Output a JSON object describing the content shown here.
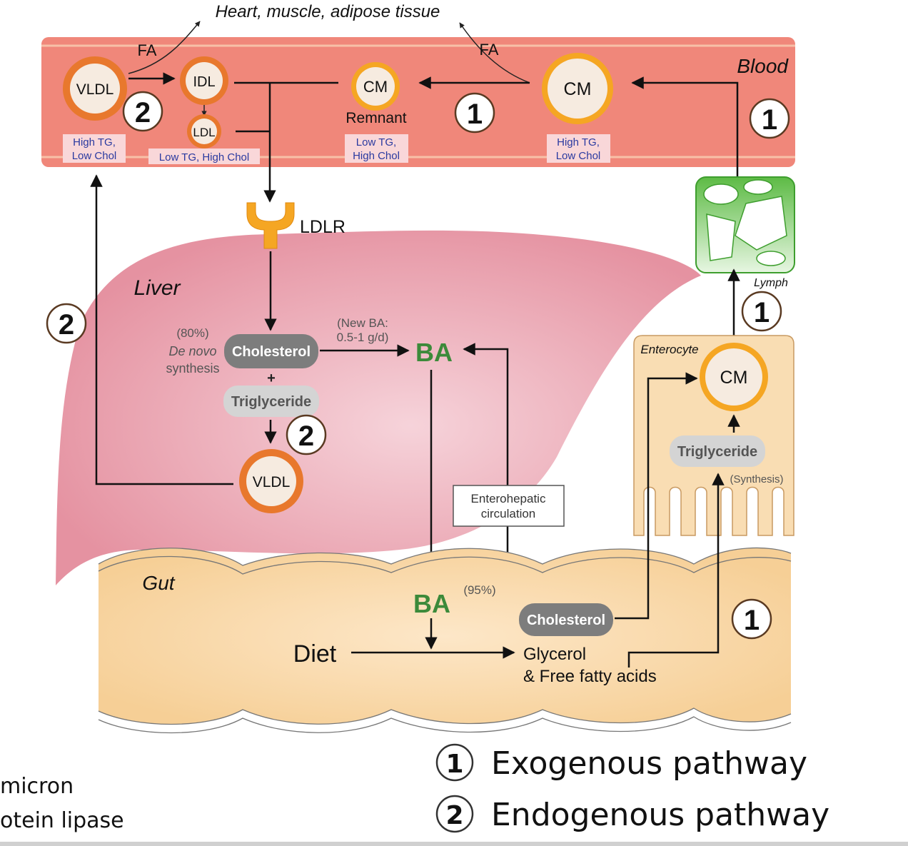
{
  "top_label": "Heart, muscle, adipose tissue",
  "blood": {
    "title": "Blood",
    "fa_left": "FA",
    "fa_right": "FA",
    "vldl": "VLDL",
    "idl": "IDL",
    "ldl": "LDL",
    "cm_remnant": "CM",
    "remnant_label": "Remnant",
    "cm": "CM",
    "vldl_info": [
      "High TG,",
      "Low Chol"
    ],
    "ldl_info": "Low TG, High Chol",
    "remnant_info": [
      "Low TG,",
      "High Chol"
    ],
    "cm_info": [
      "High TG,",
      "Low Chol"
    ]
  },
  "receptor": "LDLR",
  "liver": {
    "title": "Liver",
    "de_novo": [
      "(80%)",
      "De novo",
      "synthesis"
    ],
    "cholesterol": "Cholesterol",
    "plus": "+",
    "triglyceride": "Triglyceride",
    "vldl": "VLDL",
    "new_ba": [
      "(New BA:",
      "0.5-1 g/d)"
    ],
    "ba": "BA"
  },
  "enterohepatic": [
    "Enterohepatic",
    "circulation"
  ],
  "lymph": "Lymph",
  "enterocyte": {
    "title": "Enterocyte",
    "cm": "CM",
    "triglyceride": "Triglyceride",
    "synthesis": "(Synthesis)"
  },
  "gut": {
    "title": "Gut",
    "ba": "BA",
    "pct": "(95%)",
    "diet": "Diet",
    "cholesterol": "Cholesterol",
    "glycerol": [
      "Glycerol",
      "& Free fatty acids"
    ]
  },
  "badges": {
    "one": "1",
    "two": "2"
  },
  "legend": {
    "one_num": "1",
    "one_text": "Exogenous pathway",
    "two_num": "2",
    "two_text": "Endogenous pathway"
  },
  "cut_text": [
    "micron",
    "otein lipase"
  ],
  "colors": {
    "blood": "#f0877a",
    "liver": "#e9a0ad",
    "gut": "#f9ddb3",
    "orange": "#e8782d",
    "green_text": "#3c8a3a",
    "lymph_green": "#5dbb45",
    "info_text": "#2a3aa0"
  }
}
